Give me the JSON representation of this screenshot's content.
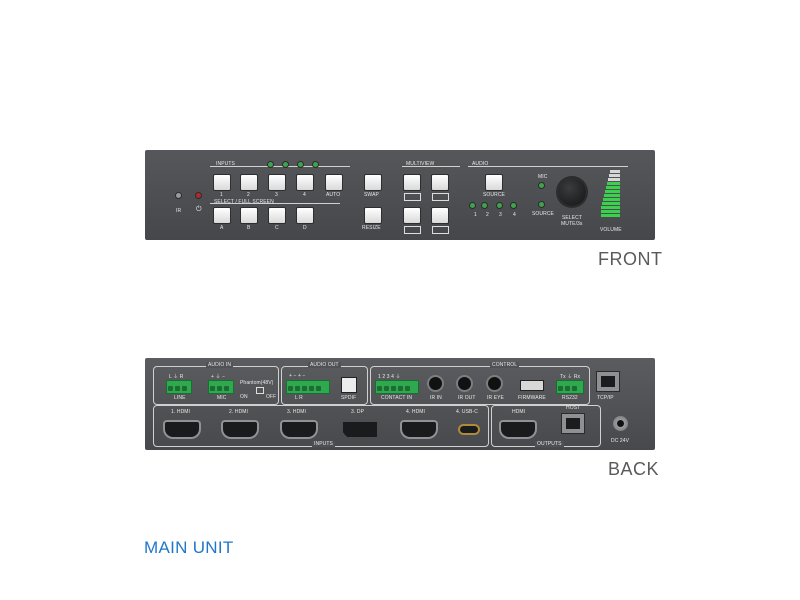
{
  "front": {
    "label": "FRONT",
    "sections": {
      "inputs": "INPUTS",
      "select": "SELECT / FULL SCREEN",
      "multiview": "MULTIVIEW",
      "audio": "AUDIO"
    },
    "input_buttons": [
      "1",
      "2",
      "3",
      "4",
      "AUTO"
    ],
    "select_buttons": [
      "A",
      "B",
      "C",
      "D"
    ],
    "swap": "SWAP",
    "resize": "RESIZE",
    "ir": "IR",
    "power_icon": "⏻",
    "audio_source": "SOURCE",
    "audio_channels": [
      "1",
      "2",
      "3",
      "4"
    ],
    "mic": "MIC",
    "source": "SOURCE",
    "select_mute": "SELECT",
    "select_mute2": "MUTE/3s",
    "volume": "VOLUME"
  },
  "back": {
    "label": "BACK",
    "audio_in": "AUDIO IN",
    "audio_out": "AUDIO OUT",
    "control": "CONTROL",
    "line_pins": "L  ⏚  R",
    "mic_pins": "+  ⏚  −",
    "line": "LINE",
    "mic": "MIC",
    "phantom": "Phantom(48V)",
    "on": "ON",
    "off": "OFF",
    "out_pins": "+  −  +  −",
    "out_lr": "L          R",
    "spdif": "SPDIF",
    "contact_pins": "1  2  3  4  ⏚",
    "contact_in": "CONTACT IN",
    "ir_in": "IR IN",
    "ir_out": "IR OUT",
    "ir_eye": "IR EYE",
    "firmware": "FIRMWARE",
    "rs232_pins": "Tx  ⏚  Rx",
    "rs232": "RS232",
    "tcpip": "TCP/IP",
    "inputs_ports": [
      "1. HDMI",
      "2. HDMI",
      "3. HDMI",
      "3. DP",
      "4. HDMI",
      "4. USB-C"
    ],
    "inputs": "INPUTS",
    "out_hdmi": "HDMI",
    "host": "HOST",
    "outputs": "OUTPUTS",
    "dc": "DC 24V"
  },
  "caption": "MAIN UNIT"
}
